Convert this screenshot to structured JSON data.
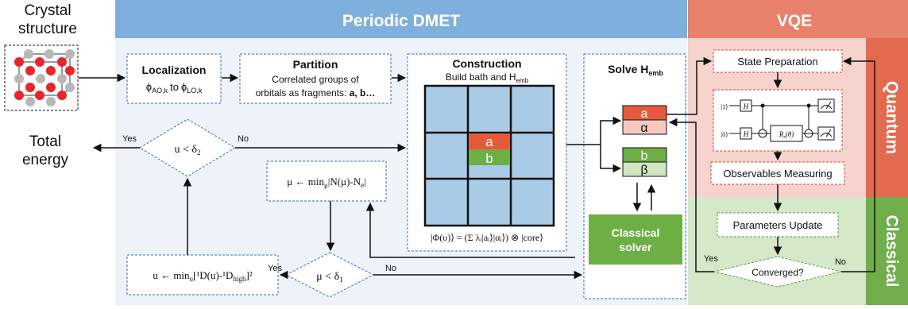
{
  "input": {
    "line1": "Crystal",
    "line2": "structure"
  },
  "output": {
    "line1": "Total",
    "line2": "energy"
  },
  "dmet": {
    "title": "Periodic DMET",
    "localization": {
      "title": "Localization",
      "formula_a": "ϕ",
      "sub_a": "AO,k",
      "to": "to",
      "formula_b": "ϕ",
      "sub_b": "LO,k"
    },
    "partition": {
      "title": "Partition",
      "line1": "Correlated groups of",
      "line2": "orbitals as fragments: ",
      "bold": "a, b…"
    },
    "construction": {
      "title": "Construction",
      "subtitle": "Build bath and H",
      "subtitle_sub": "emb",
      "cell_a": "a",
      "cell_b": "b",
      "wavefunction": "|Φ(υ)⟩ = (Σ λᵢ|aᵢ⟩|αᵢ⟩) ⊗ |core⟩"
    },
    "solve": {
      "title": "Solve H",
      "title_sub": "emb",
      "a": "a",
      "alpha": "α",
      "b": "b",
      "beta": "β",
      "solver_line1": "Classical",
      "solver_line2": "solver"
    },
    "mu_box": {
      "text": "μ ← min",
      "sub": "μ",
      "rest": "|N(μ)-N",
      "sub2": "e",
      "end": "|"
    },
    "u_box": {
      "text": "u ← min",
      "sub": "u",
      "rest": "[¹D(u)-¹D",
      "sub2": "high",
      "end": "]²"
    },
    "u_decision": {
      "text": "u < δ",
      "sub": "2",
      "yes": "Yes",
      "no": "No"
    },
    "mu_decision": {
      "text": "μ < δ",
      "sub": "1",
      "yes": "Yes",
      "no": "No"
    }
  },
  "vqe": {
    "title": "VQE",
    "quantum_label": "Quantum",
    "classical_label": "Classical",
    "state_prep": "State Preparation",
    "observables": "Observables Measuring",
    "params_update": "Parameters Update",
    "converged": "Converged?",
    "yes": "Yes",
    "no": "No",
    "circuit": {
      "q1": "|1⟩",
      "q0": "|0⟩",
      "h": "H",
      "rz": "R",
      "rz_sub": "z",
      "rz_arg": "(θ)"
    }
  },
  "colors": {
    "dmet_header": "#7FB0DD",
    "dmet_bg": "#EEF3FA",
    "vqe_header": "#E8826C",
    "quantum_bg": "#F6D3CC",
    "quantum_side": "#E36A4F",
    "classical_bg": "#D5E8C9",
    "classical_side": "#6FAE4A",
    "grid_cell": "#A9CBE6",
    "red_fill": "#E55A3C",
    "pink_fill": "#F6C9BE",
    "green_fill": "#6DAE45",
    "lightgreen_fill": "#CFE6C0"
  }
}
